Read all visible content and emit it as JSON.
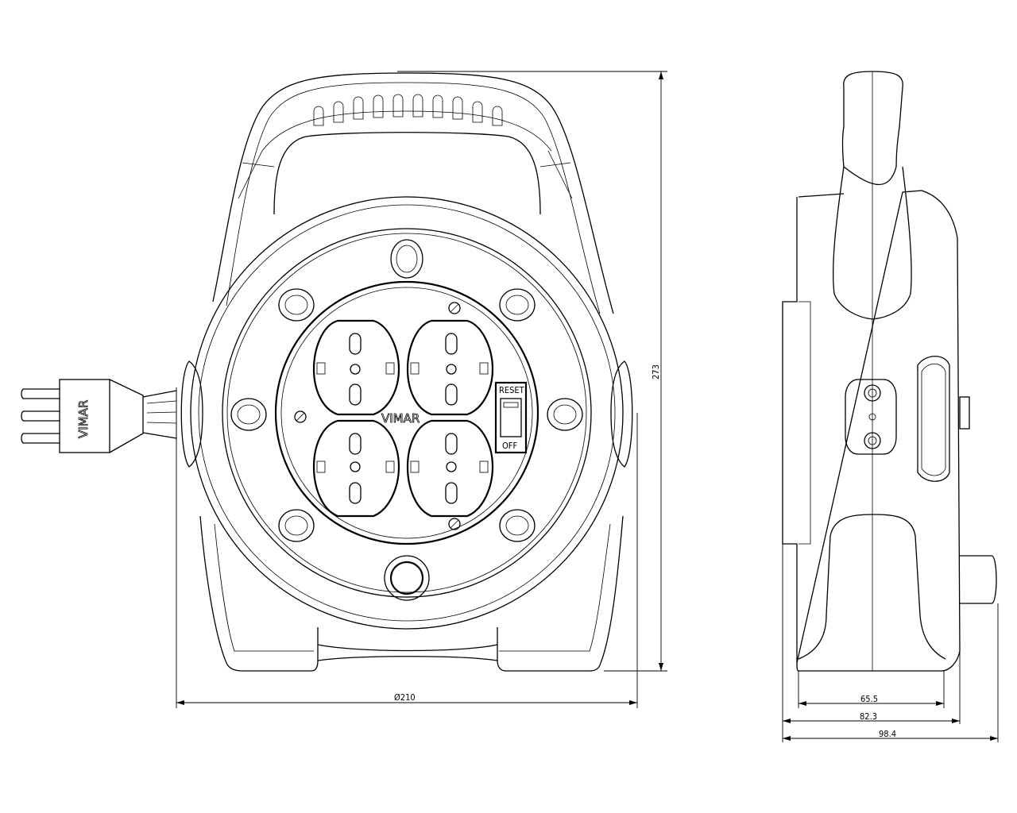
{
  "product_brand": "VIMAR",
  "plug_brand": "VIMAR",
  "switch": {
    "top_label": "RESET",
    "bottom_label": "OFF"
  },
  "dimensions": {
    "diameter": "Ø210",
    "height": "273",
    "depth_inner": "65.5",
    "depth_mid": "82.3",
    "depth_total": "98.4"
  }
}
